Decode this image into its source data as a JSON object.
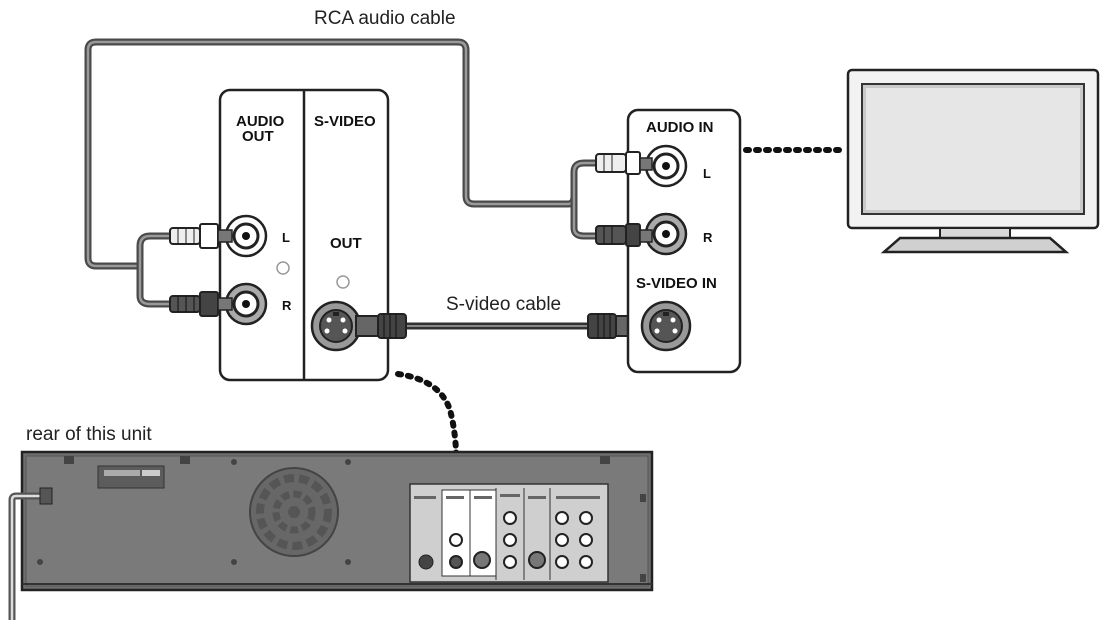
{
  "cables": {
    "rca_audio": "RCA audio cable",
    "s_video": "S-video cable"
  },
  "unit_panel": {
    "audio_out_line1": "AUDIO",
    "audio_out_line2": "OUT",
    "s_video": "S-VIDEO",
    "out": "OUT",
    "left": "L",
    "right": "R"
  },
  "tv_panel": {
    "audio_in": "AUDIO IN",
    "left": "L",
    "right": "R",
    "s_video_in": "S-VIDEO IN"
  },
  "rear_label": "rear of this unit"
}
